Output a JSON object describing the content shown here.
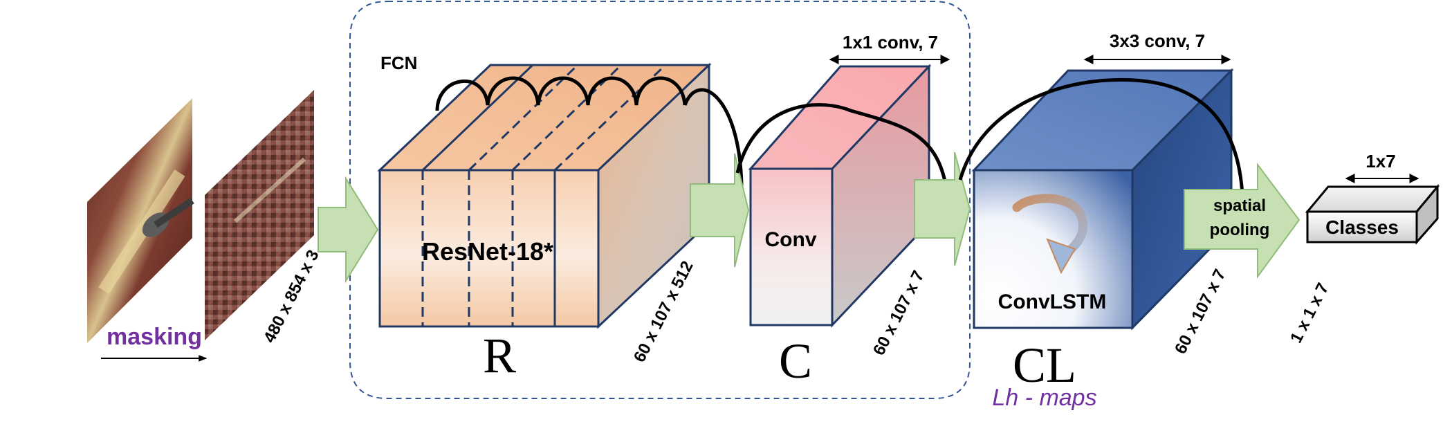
{
  "labels": {
    "masking": "masking",
    "input_dims": "480 x 854 x 3",
    "fcn": "FCN",
    "resnet": "ResNet-18*",
    "r_letter": "R",
    "r_dims": "60 x 107 x 512",
    "conv_header": "1x1 conv, 7",
    "conv": "Conv",
    "c_letter": "C",
    "c_dims": "60 x 107 x 7",
    "lstm_header": "3x3 conv, 7",
    "convlstm": "ConvLSTM",
    "cl_letter": "CL",
    "lh_maps": "Lh - maps",
    "cl_dims": "60 x 107 x 7",
    "spatial": "spatial",
    "pooling": "pooling",
    "classes_header": "1x7",
    "classes": "Classes",
    "out_dims": "1 x 1 x 7"
  },
  "colors": {
    "accent_purple": "#7030a0",
    "block_outline": "#1f3864",
    "arrow_fill": "#c6e0b4",
    "arrow_stroke": "#8fbc7a",
    "resnet_fill": "#f6c9a6",
    "conv_fill": "#f7b2b7",
    "lstm_fill": "#2f5597",
    "dashed_border": "#2f5597"
  }
}
